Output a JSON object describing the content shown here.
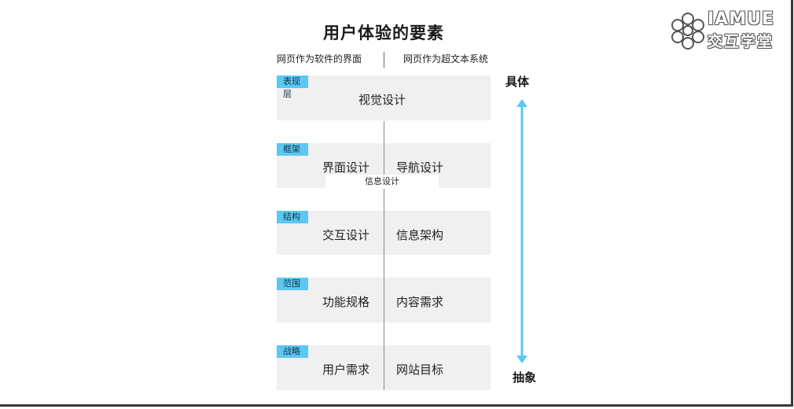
{
  "title": "用户体验的要素",
  "columns": {
    "left": "网页作为软件的界面",
    "right": "网页作为超文本系统"
  },
  "planes": [
    {
      "tag": "表现层",
      "center": "视觉设计"
    },
    {
      "tag": "框架",
      "left": "界面设计",
      "right": "导航设计",
      "overlay": "信息设计"
    },
    {
      "tag": "结构",
      "left": "交互设计",
      "right": "信息架构"
    },
    {
      "tag": "范围",
      "left": "功能规格",
      "right": "内容需求"
    },
    {
      "tag": "战略",
      "left": "用户需求",
      "right": "网站目标"
    }
  ],
  "axis": {
    "top": "具体",
    "bottom": "抽象"
  },
  "logo": {
    "line1": "IAMUE",
    "line2": "交互学堂"
  },
  "colors": {
    "accent": "#5ac8f2",
    "plane": "#f0f0f0"
  }
}
